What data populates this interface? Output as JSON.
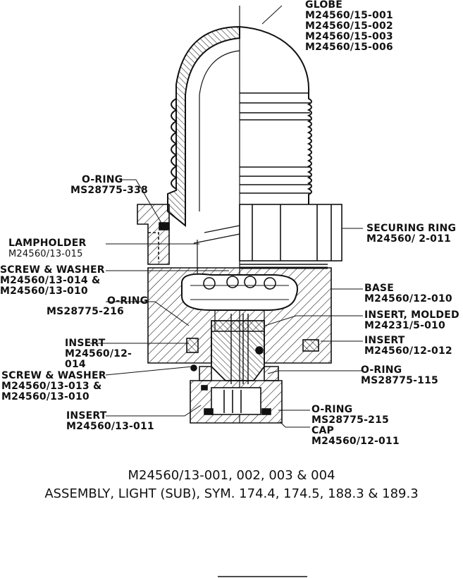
{
  "callouts": {
    "globe": [
      "GLOBE",
      "M24560/15-001",
      "M24560/15-002",
      "M24560/15-003",
      "M24560/15-006"
    ],
    "oring_338": [
      "O-RING",
      "MS28775-338"
    ],
    "lampholder": [
      "LAMPHOLDER",
      "M24560/13-015"
    ],
    "screw_washer_top": [
      "SCREW & WASHER",
      "M24560/13-014  &",
      "M24560/13-010"
    ],
    "oring_216": [
      "O-RING",
      "MS28775-216"
    ],
    "insert_left": [
      "INSERT",
      "M24560/12-",
      "014"
    ],
    "screw_washer_bottom": [
      "SCREW & WASHER",
      "M24560/13-013  &",
      "M24560/13-010"
    ],
    "insert_011": [
      "INSERT",
      "M24560/13-011"
    ],
    "securing_ring": [
      "SECURING RING",
      "M24560/ 2-011"
    ],
    "base": [
      "BASE",
      "M24560/12-010"
    ],
    "insert_molded": [
      "INSERT, MOLDED",
      "M24231/5-010"
    ],
    "insert_right": [
      "INSERT",
      "M24560/12-012"
    ],
    "oring_115": [
      "O-RING",
      "MS28775-115"
    ],
    "oring_215": [
      "O-RING",
      "MS28775-215"
    ],
    "cap": [
      "CAP",
      "M24560/12-011"
    ]
  },
  "caption": {
    "line1": "M24560/13-001, 002, 003 & 004",
    "line2": "ASSEMBLY, LIGHT (SUB), SYM. 174.4, 174.5, 188.3 & 189.3"
  },
  "colors": {
    "ink": "#111111",
    "paper": "#ffffff"
  }
}
